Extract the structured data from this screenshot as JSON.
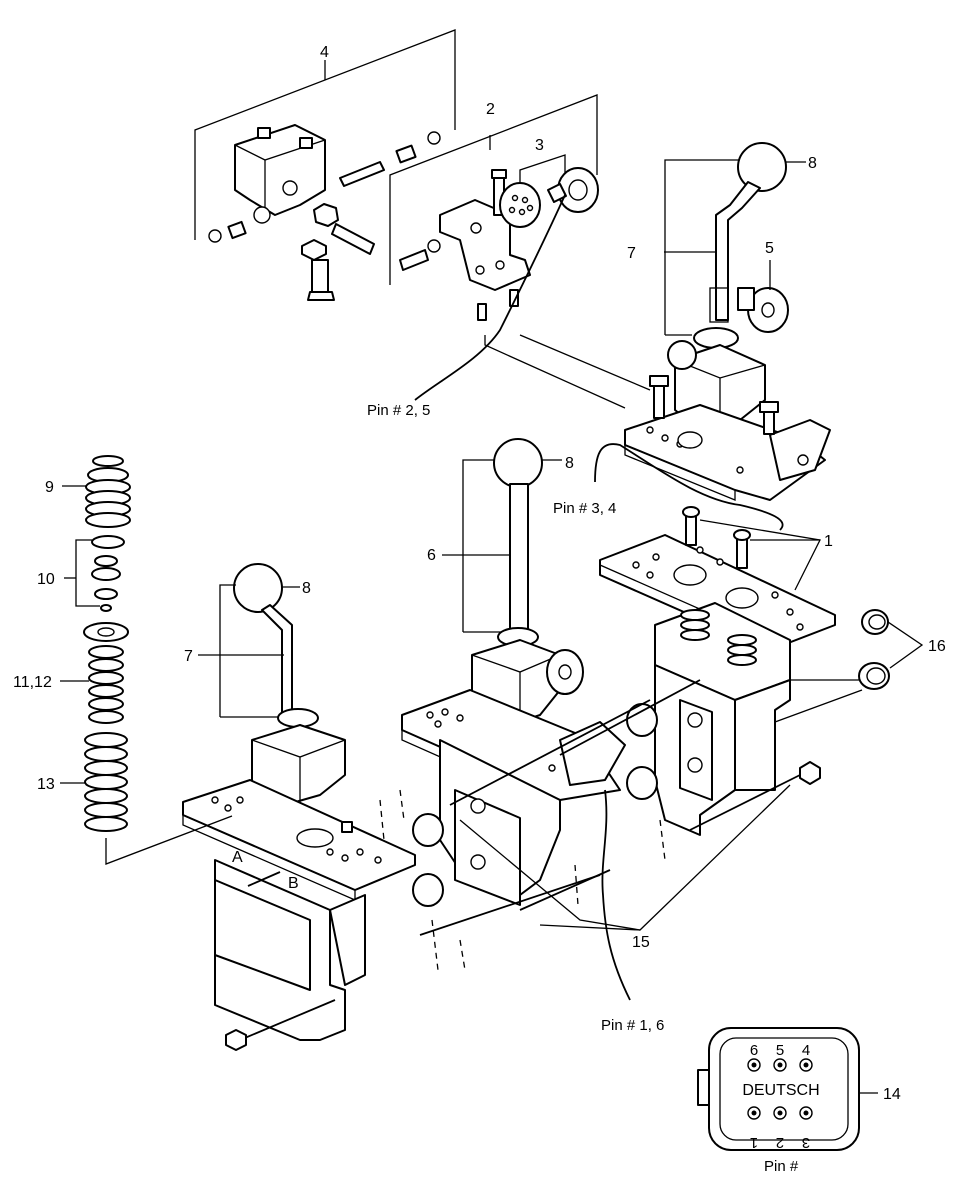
{
  "callouts": {
    "c1": "1",
    "c2": "2",
    "c3": "3",
    "c4": "4",
    "c5": "5",
    "c6": "6",
    "c7a": "7",
    "c7b": "7",
    "c8a": "8",
    "c8b": "8",
    "c8c": "8",
    "c9": "9",
    "c10": "10",
    "c11": "11,12",
    "c13": "13",
    "c14": "14",
    "c15": "15",
    "c16": "16"
  },
  "pin_labels": {
    "pin25": "Pin # 2, 5",
    "pin34": "Pin # 3, 4",
    "pin16": "Pin # 1, 6",
    "pin_hash": "Pin #"
  },
  "port_labels": {
    "a": "A",
    "b": "B"
  },
  "connector": {
    "brand": "DEUTSCH",
    "top_pins": [
      "6",
      "5",
      "4"
    ],
    "bottom_pins": [
      "1",
      "2",
      "3"
    ]
  }
}
